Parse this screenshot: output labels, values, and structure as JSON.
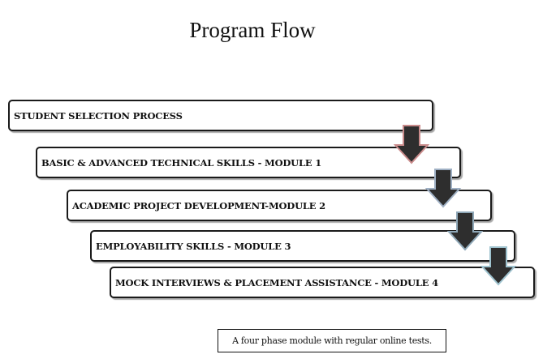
{
  "title": "Program Flow",
  "steps": [
    {
      "label": "STUDENT  SELECTION PROCESS"
    },
    {
      "label": "BASIC & ADVANCED TECHNICAL SKILLS - MODULE 1"
    },
    {
      "label": "ACADEMIC PROJECT DEVELOPMENT-MODULE  2"
    },
    {
      "label": "EMPLOYABILITY SKILLS  - MODULE 3"
    },
    {
      "label": "MOCK INTERVIEWS & PLACEMENT ASSISTANCE - MODULE 4"
    }
  ],
  "note": "A four phase module with regular online tests.",
  "colors": {
    "arrow_fill": "#2e2e2e",
    "arrow_outline_1": "#c98b8b",
    "arrow_outline_2": "#9fb0c4",
    "arrow_outline_3": "#8fa8b8",
    "arrow_outline_4": "#9fc3cf"
  },
  "icons": {
    "arrow": "down-arrow-icon"
  }
}
